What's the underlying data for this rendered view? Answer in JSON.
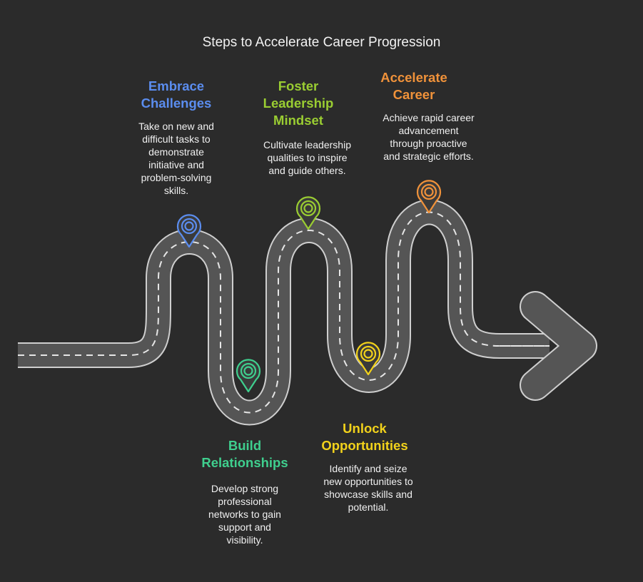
{
  "title": "Steps to Accelerate Career Progression",
  "steps": [
    {
      "title": "Embrace\nChallenges",
      "description": "Take on new and\ndifficult tasks to\ndemonstrate\ninitiative and\nproblem-solving\nskills.",
      "color": "#5b8def",
      "pin_icon": "location-pin-icon"
    },
    {
      "title": "Build\nRelationships",
      "description": "Develop strong\nprofessional\nnetworks to gain\nsupport and\nvisibility.",
      "color": "#3fcf8e",
      "pin_icon": "location-pin-icon"
    },
    {
      "title": "Foster\nLeadership\nMindset",
      "description": "Cultivate leadership\nqualities to inspire\nand guide others.",
      "color": "#9acd32",
      "pin_icon": "location-pin-icon"
    },
    {
      "title": "Unlock\nOpportunities",
      "description": "Identify and seize\nnew opportunities to\nshowcase skills and\npotential.",
      "color": "#f2d21b",
      "pin_icon": "location-pin-icon"
    },
    {
      "title": "Accelerate\nCareer",
      "description": "Achieve rapid career\nadvancement\nthrough proactive\nand strategic efforts.",
      "color": "#f0923a",
      "pin_icon": "location-pin-icon"
    }
  ],
  "colors": {
    "background": "#2b2b2b",
    "road": "#555555",
    "road_edge": "#cfcfcf",
    "dash": "#e6e6e6"
  }
}
